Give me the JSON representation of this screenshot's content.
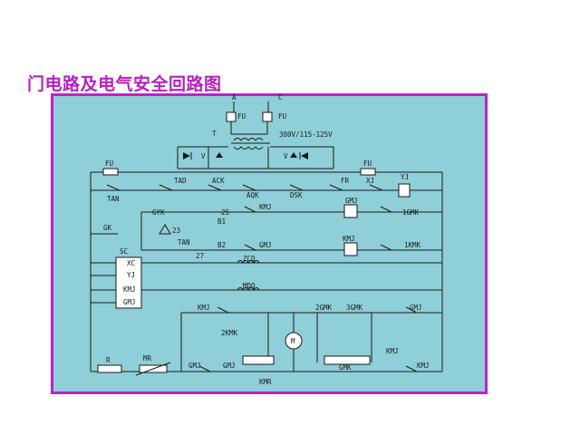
{
  "title": "门电路及电气安全回路图",
  "colors": {
    "frame": "#c020c8",
    "panel": "#8ecfd8",
    "ink": "#1a1a1a",
    "title": "#b81fc0"
  },
  "labels": {
    "A": "A",
    "C": "C",
    "FU": "FU",
    "T": "T",
    "voltage": "380V/115-125V",
    "V": "V",
    "TAN": "TAN",
    "TAD": "TAD",
    "ACK": "ACK",
    "AQK": "AQK",
    "DSK": "DSK",
    "FR": "FR",
    "XJ": "XJ",
    "YJ": "YJ",
    "GK": "GK",
    "GYK": "GYK",
    "n25": "25",
    "n23": "23",
    "B1": "B1",
    "KMJ": "KMJ",
    "GMJ": "GMJ",
    "GMK1": "1GMK",
    "n27": "27",
    "B2": "B2",
    "KMK1": "1KMK",
    "SC": "SC",
    "XC": "XC",
    "ZCQ": "ZCQ",
    "MDQ": "MDQ",
    "GMK2": "2GMK",
    "GMK3": "3GMK",
    "KMK2": "2KMK",
    "M": "M",
    "GMK": "GMK",
    "R": "R",
    "MR": "MR",
    "KMR": "KMR"
  }
}
